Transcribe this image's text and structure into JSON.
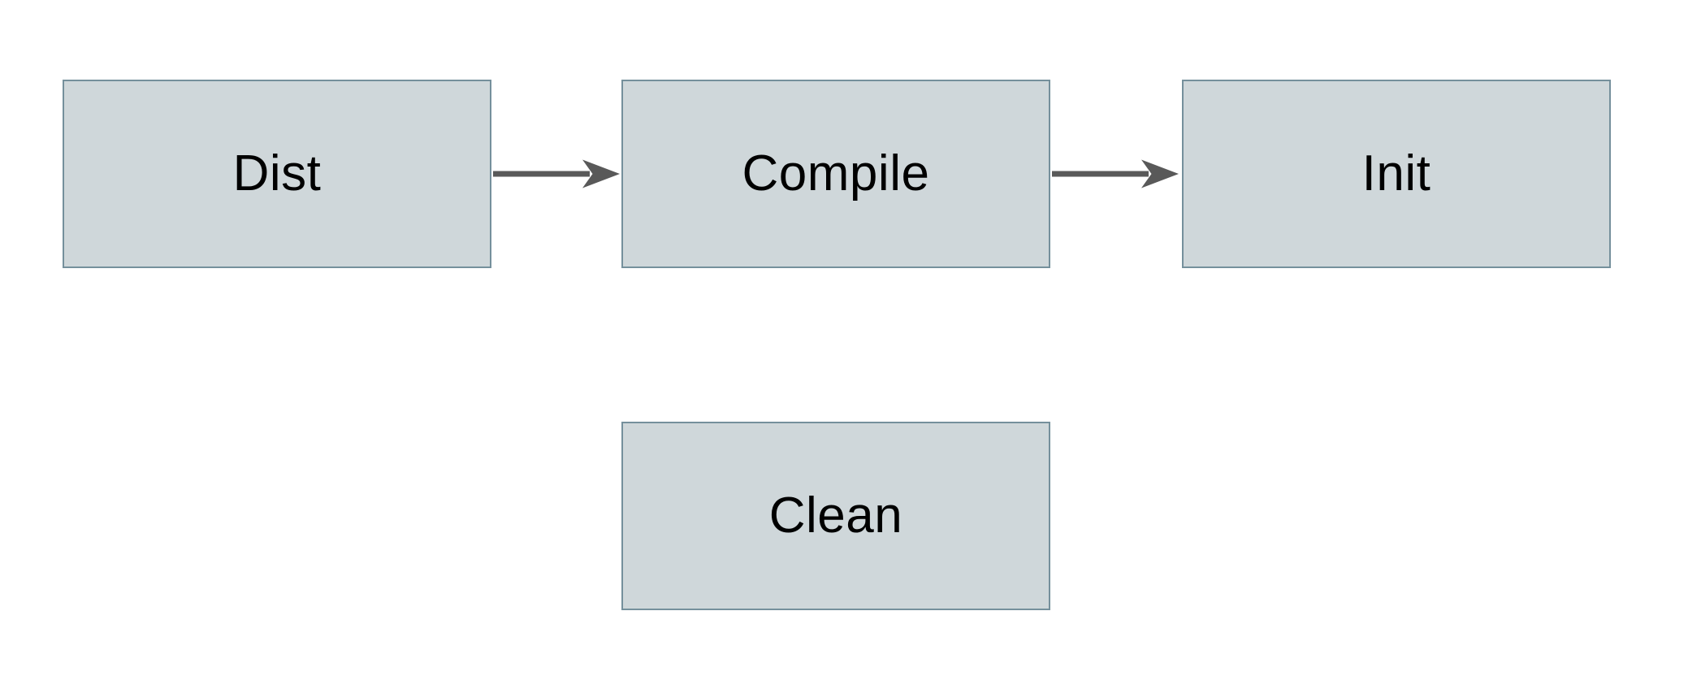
{
  "diagram": {
    "type": "flowchart",
    "title": "",
    "nodes": [
      {
        "id": "dist",
        "label": "Dist"
      },
      {
        "id": "compile",
        "label": "Compile"
      },
      {
        "id": "init",
        "label": "Init"
      },
      {
        "id": "clean",
        "label": "Clean"
      }
    ],
    "edges": [
      {
        "from": "dist",
        "to": "compile",
        "style": "arrow"
      },
      {
        "from": "compile",
        "to": "init",
        "style": "arrow"
      }
    ],
    "colors": {
      "background": "#ffffff",
      "node_fill": "#cfd7da",
      "node_border": "#75909c",
      "arrow": "#595959",
      "text": "#000000"
    }
  }
}
